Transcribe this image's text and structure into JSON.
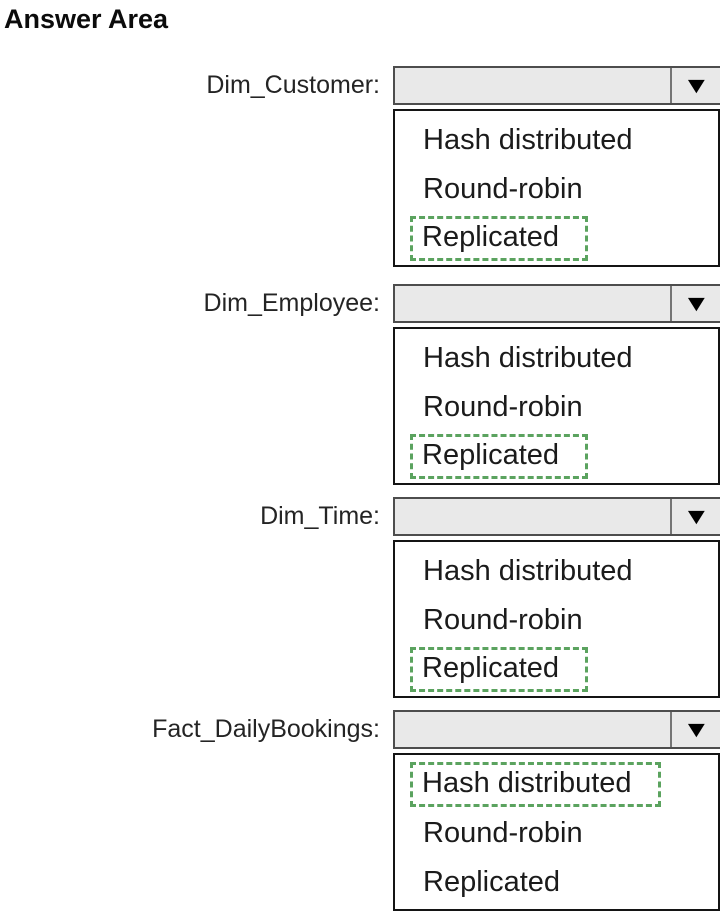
{
  "title": "Answer Area",
  "icons": {
    "dropdown_arrow": "▼"
  },
  "colors": {
    "highlight_border_green": "#5ba35f",
    "combobox_fill": "#e9e9e9",
    "combobox_border": "#4d4d4d",
    "listbox_border": "#141414",
    "text": "#1b1b1b"
  },
  "rows": [
    {
      "label": "Dim_Customer:",
      "dropdown_value": "",
      "options": [
        "Hash distributed",
        "Round-robin",
        "Replicated"
      ],
      "highlighted_option": "Replicated"
    },
    {
      "label": "Dim_Employee:",
      "dropdown_value": "",
      "options": [
        "Hash distributed",
        "Round-robin",
        "Replicated"
      ],
      "highlighted_option": "Replicated"
    },
    {
      "label": "Dim_Time:",
      "dropdown_value": "",
      "options": [
        "Hash distributed",
        "Round-robin",
        "Replicated"
      ],
      "highlighted_option": "Replicated"
    },
    {
      "label": "Fact_DailyBookings:",
      "dropdown_value": "",
      "options": [
        "Hash distributed",
        "Round-robin",
        "Replicated"
      ],
      "highlighted_option": "Hash distributed"
    }
  ]
}
